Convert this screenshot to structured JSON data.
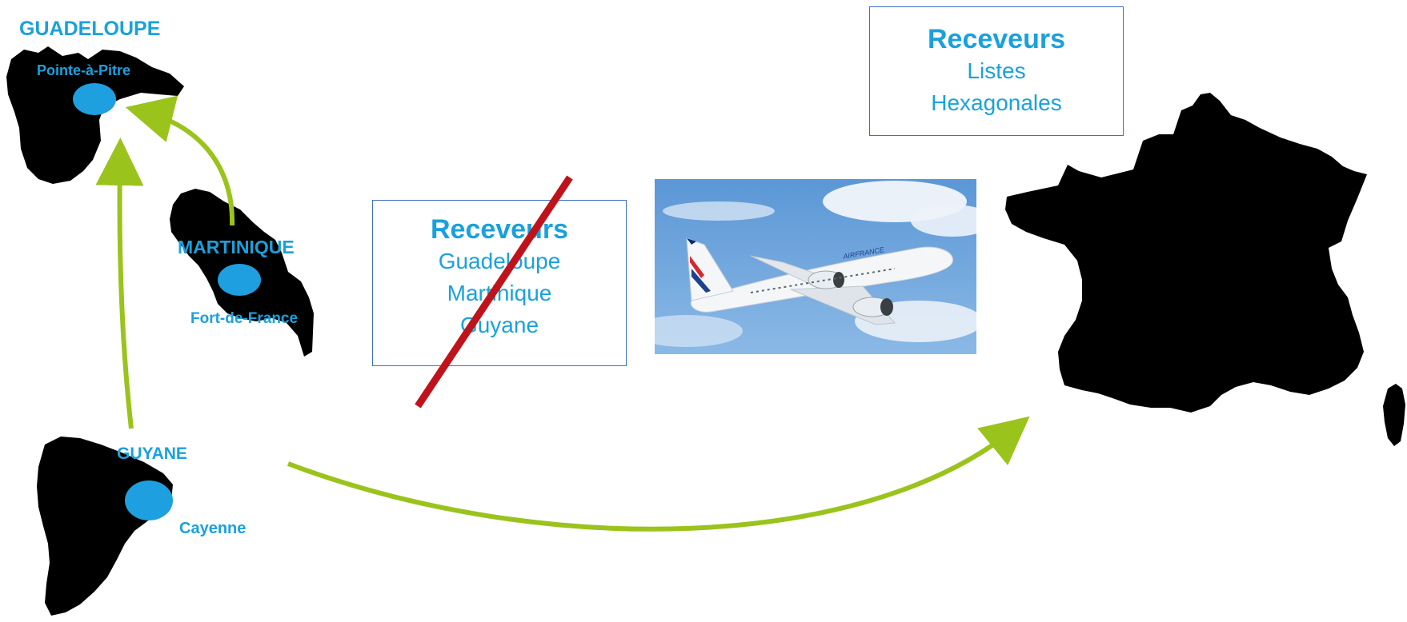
{
  "regions": {
    "guadeloupe": {
      "name": "GUADELOUPE",
      "city": "Pointe-à-Pitre"
    },
    "martinique": {
      "name": "MARTINIQUE",
      "city": "Fort-de-France"
    },
    "guyane": {
      "name": "GUYANE",
      "city": "Cayenne"
    }
  },
  "box_crossed": {
    "title": "Receveurs",
    "lines": [
      "Guadeloupe",
      "Martinique",
      "Guyane"
    ]
  },
  "box_hexagon": {
    "title": "Receveurs",
    "lines": [
      "Listes",
      "Hexagonales"
    ]
  },
  "photo": {
    "subject": "airplane",
    "livery_text": "AIRFRANCE"
  },
  "colors": {
    "label_blue": "#1aa1dc",
    "city_marker": "#1e9fe0",
    "arrow_green": "#9ac31c",
    "cross_red": "#c0121a",
    "box_border": "#3d6fc4",
    "land": "#000000",
    "sky": "#6fa6dc"
  }
}
